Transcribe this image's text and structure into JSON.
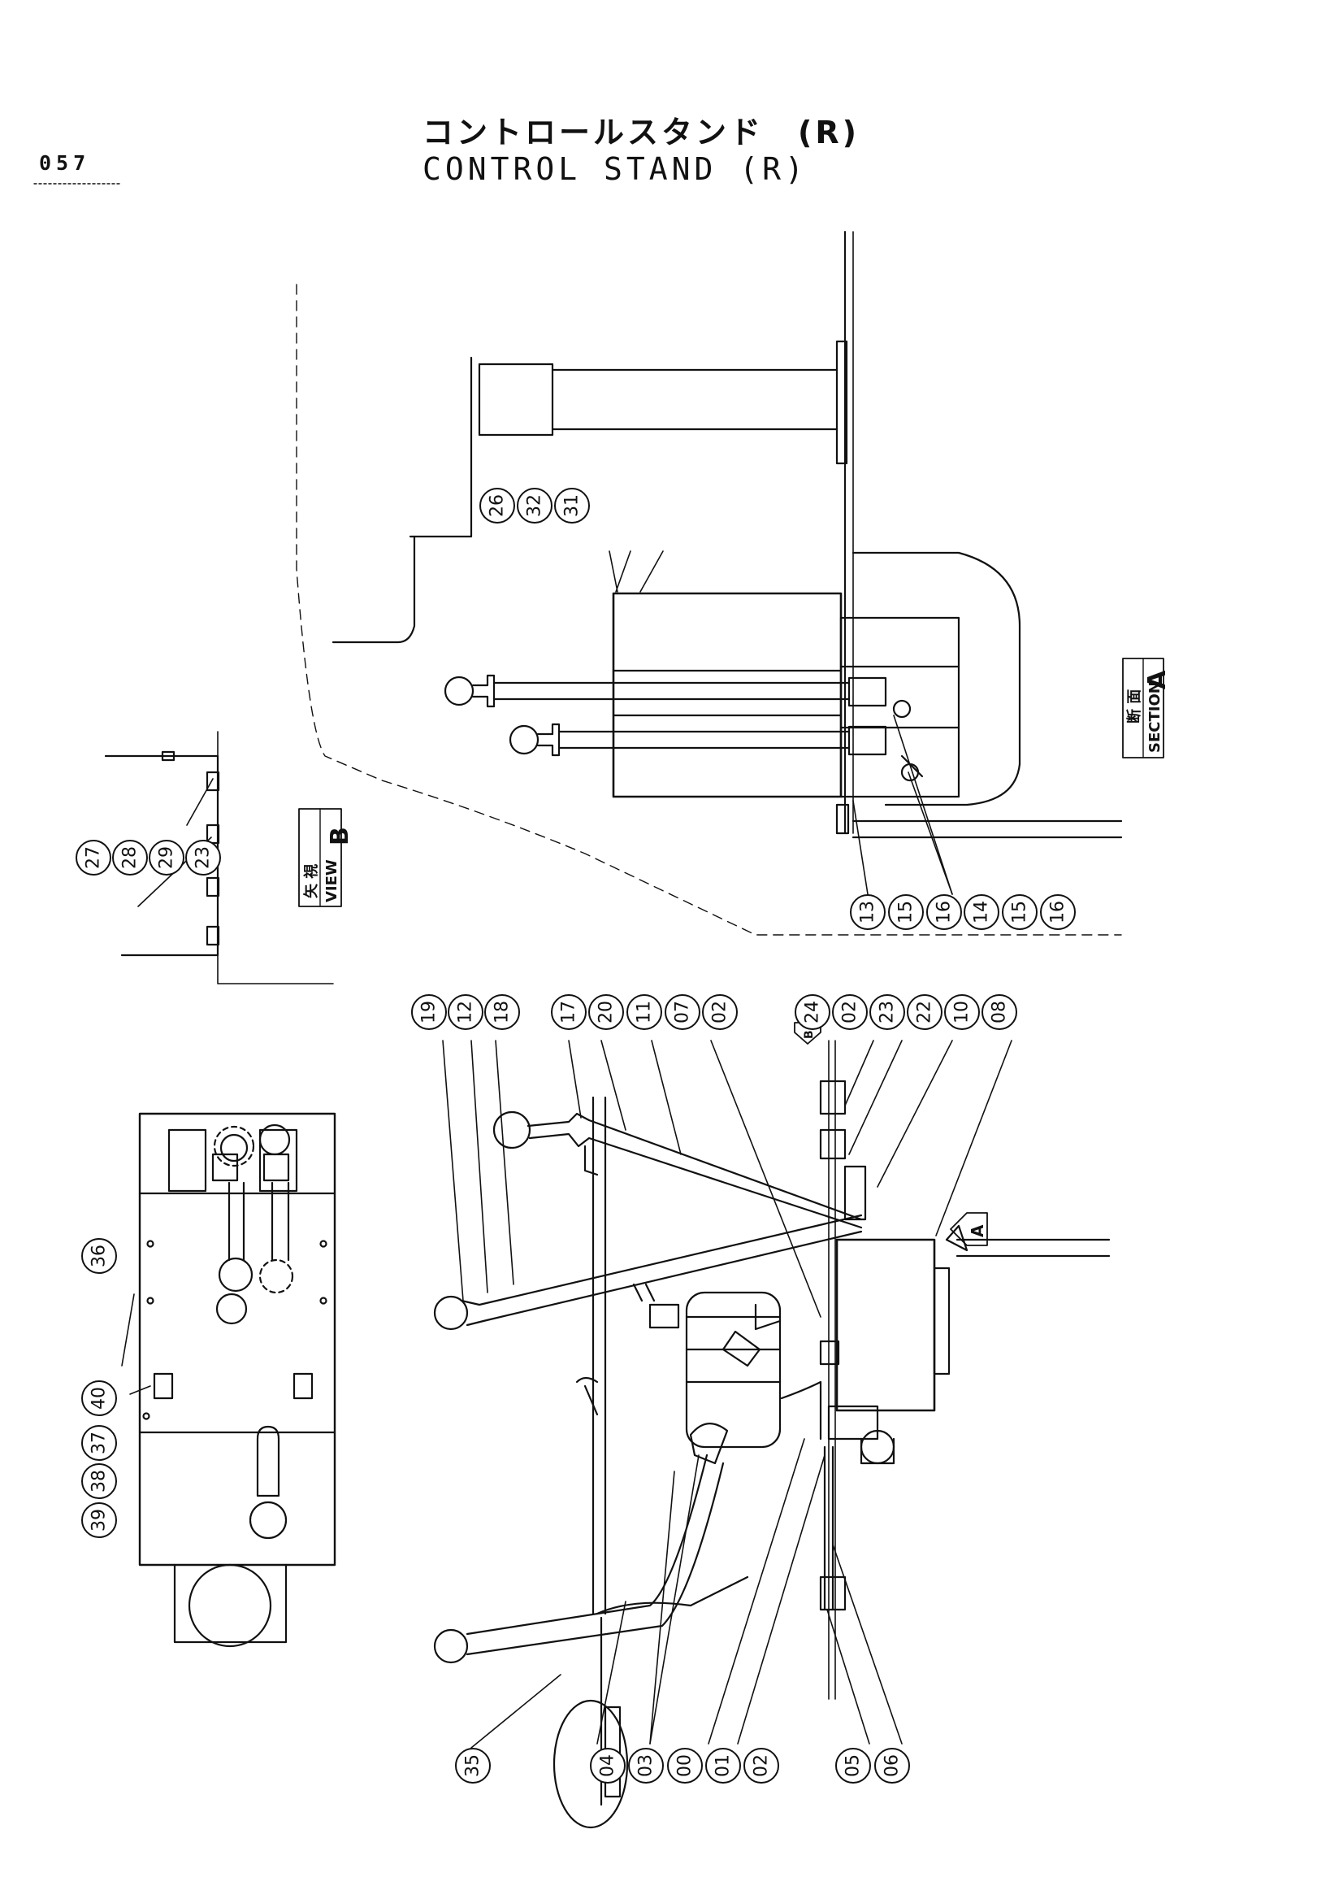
{
  "page_number": "057",
  "title_jp": "コントロールスタンド　(R)",
  "title_en": "CONTROL STAND (R)",
  "labels": {
    "section_a_jp": "断 面",
    "section_a_en": "SECTION",
    "section_a_letter": "A",
    "view_b_jp": "矢 視",
    "view_b_en": "VIEW",
    "view_b_letter": "B",
    "arrow_a": "A",
    "arrow_b": "B"
  },
  "callouts": {
    "section_a_top": [
      "26",
      "32",
      "31"
    ],
    "section_a_bottom": [
      "13",
      "15",
      "16",
      "14",
      "15",
      "16"
    ],
    "view_b": [
      "27",
      "28",
      "29",
      "23"
    ],
    "main_top": [
      "19",
      "12",
      "18",
      "17",
      "20",
      "11",
      "07",
      "02",
      "24",
      "02",
      "23",
      "22",
      "10",
      "08"
    ],
    "main_bottom": [
      "35",
      "04",
      "03",
      "00",
      "01",
      "02",
      "05",
      "06"
    ],
    "left_view": [
      "36",
      "40",
      "37",
      "38",
      "39"
    ]
  }
}
